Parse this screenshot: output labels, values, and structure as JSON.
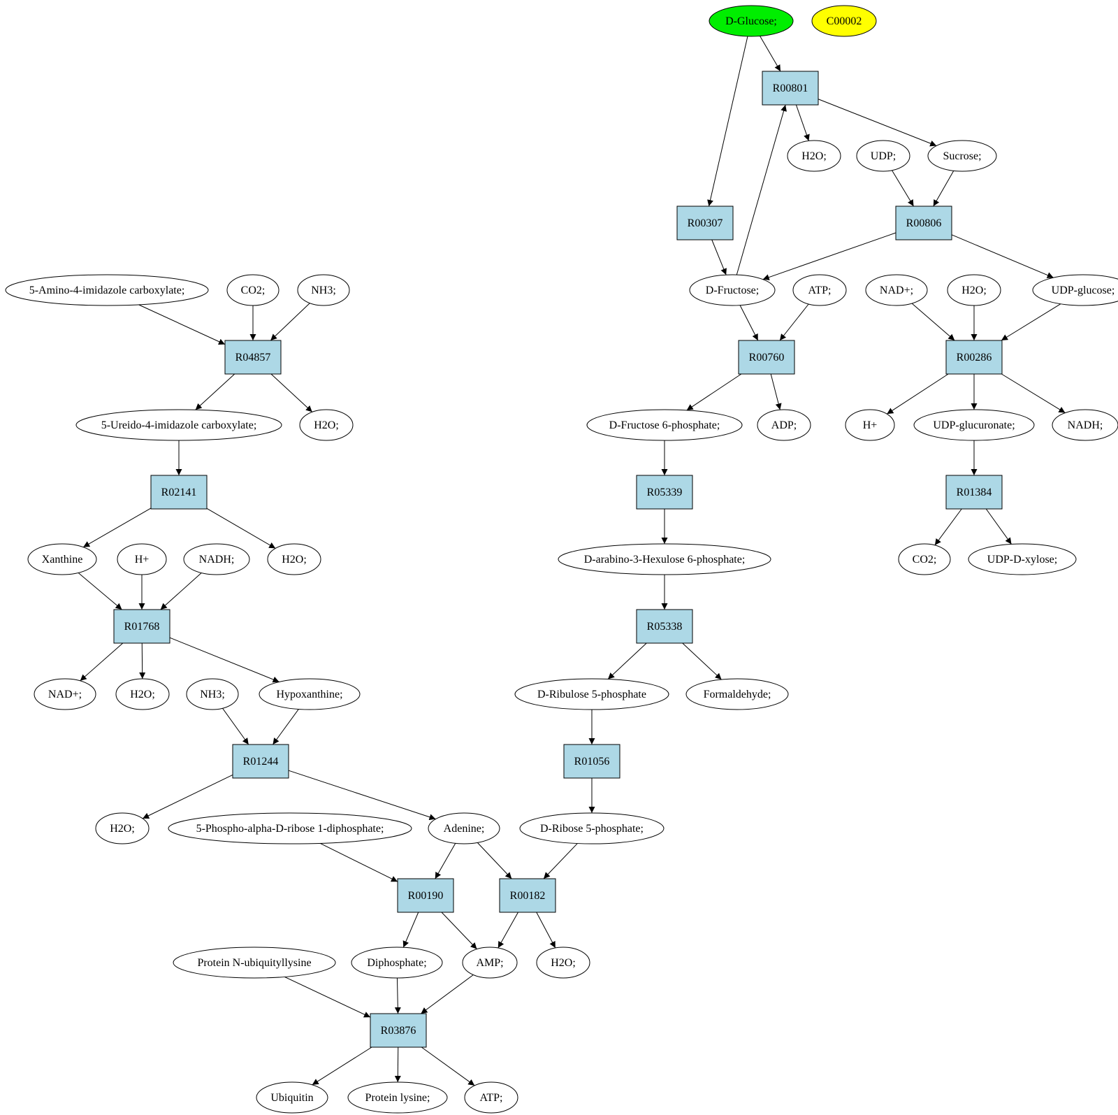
{
  "diagram": {
    "nodes": {
      "c_glucose": {
        "label": "D-Glucose;",
        "kind": "compound",
        "fill": "#00ee00"
      },
      "c_c00002": {
        "label": "C00002",
        "kind": "compound",
        "fill": "#ffff00"
      },
      "r_R00801": {
        "label": "R00801",
        "kind": "reaction"
      },
      "c_h2o_1": {
        "label": "H2O;",
        "kind": "compound"
      },
      "c_udp": {
        "label": "UDP;",
        "kind": "compound"
      },
      "c_sucrose": {
        "label": "Sucrose;",
        "kind": "compound"
      },
      "r_R00307": {
        "label": "R00307",
        "kind": "reaction"
      },
      "r_R00806": {
        "label": "R00806",
        "kind": "reaction"
      },
      "c_fructose": {
        "label": "D-Fructose;",
        "kind": "compound"
      },
      "c_atp_1": {
        "label": "ATP;",
        "kind": "compound"
      },
      "c_nadp_1": {
        "label": "NAD+;",
        "kind": "compound"
      },
      "c_h2o_2": {
        "label": "H2O;",
        "kind": "compound"
      },
      "c_udpglucose": {
        "label": "UDP-glucose;",
        "kind": "compound"
      },
      "r_R00760": {
        "label": "R00760",
        "kind": "reaction"
      },
      "r_R00286": {
        "label": "R00286",
        "kind": "reaction"
      },
      "c_f6p": {
        "label": "D-Fructose 6-phosphate;",
        "kind": "compound"
      },
      "c_adp": {
        "label": "ADP;",
        "kind": "compound"
      },
      "c_hplus_1": {
        "label": "H+",
        "kind": "compound"
      },
      "c_udpglucuronate": {
        "label": "UDP-glucuronate;",
        "kind": "compound"
      },
      "c_nadh_1": {
        "label": "NADH;",
        "kind": "compound"
      },
      "r_R05339": {
        "label": "R05339",
        "kind": "reaction"
      },
      "r_R01384": {
        "label": "R01384",
        "kind": "reaction"
      },
      "c_hexulose": {
        "label": "D-arabino-3-Hexulose 6-phosphate;",
        "kind": "compound"
      },
      "c_co2_1": {
        "label": "CO2;",
        "kind": "compound"
      },
      "c_udpxylose": {
        "label": "UDP-D-xylose;",
        "kind": "compound"
      },
      "r_R05338": {
        "label": "R05338",
        "kind": "reaction"
      },
      "c_ribulose5p": {
        "label": "D-Ribulose 5-phosphate",
        "kind": "compound"
      },
      "c_formaldehyde": {
        "label": "Formaldehyde;",
        "kind": "compound"
      },
      "r_R01056": {
        "label": "R01056",
        "kind": "reaction"
      },
      "c_ribose5p": {
        "label": "D-Ribose 5-phosphate;",
        "kind": "compound"
      },
      "c_aica": {
        "label": "5-Amino-4-imidazole carboxylate;",
        "kind": "compound"
      },
      "c_co2_2": {
        "label": "CO2;",
        "kind": "compound"
      },
      "c_nh3_1": {
        "label": "NH3;",
        "kind": "compound"
      },
      "r_R04857": {
        "label": "R04857",
        "kind": "reaction"
      },
      "c_ureido": {
        "label": "5-Ureido-4-imidazole carboxylate;",
        "kind": "compound"
      },
      "c_h2o_3": {
        "label": "H2O;",
        "kind": "compound"
      },
      "r_R02141": {
        "label": "R02141",
        "kind": "reaction"
      },
      "c_xanthine": {
        "label": "Xanthine",
        "kind": "compound"
      },
      "c_hplus_2": {
        "label": "H+",
        "kind": "compound"
      },
      "c_nadh_2": {
        "label": "NADH;",
        "kind": "compound"
      },
      "c_h2o_4": {
        "label": "H2O;",
        "kind": "compound"
      },
      "r_R01768": {
        "label": "R01768",
        "kind": "reaction"
      },
      "c_nadp_2": {
        "label": "NAD+;",
        "kind": "compound"
      },
      "c_h2o_5": {
        "label": "H2O;",
        "kind": "compound"
      },
      "c_nh3_2": {
        "label": "NH3;",
        "kind": "compound"
      },
      "c_hypoxanthine": {
        "label": "Hypoxanthine;",
        "kind": "compound"
      },
      "r_R01244": {
        "label": "R01244",
        "kind": "reaction"
      },
      "c_h2o_6": {
        "label": "H2O;",
        "kind": "compound"
      },
      "c_prpp": {
        "label": "5-Phospho-alpha-D-ribose 1-diphosphate;",
        "kind": "compound"
      },
      "c_adenine": {
        "label": "Adenine;",
        "kind": "compound"
      },
      "r_R00190": {
        "label": "R00190",
        "kind": "reaction"
      },
      "r_R00182": {
        "label": "R00182",
        "kind": "reaction"
      },
      "c_protein_ub": {
        "label": "Protein N-ubiquityllysine",
        "kind": "compound"
      },
      "c_diphosphate": {
        "label": "Diphosphate;",
        "kind": "compound"
      },
      "c_amp": {
        "label": "AMP;",
        "kind": "compound"
      },
      "c_h2o_7": {
        "label": "H2O;",
        "kind": "compound"
      },
      "r_R03876": {
        "label": "R03876",
        "kind": "reaction"
      },
      "c_ubiquitin": {
        "label": "Ubiquitin",
        "kind": "compound"
      },
      "c_protein_lys": {
        "label": "Protein lysine;",
        "kind": "compound"
      },
      "c_atp_2": {
        "label": "ATP;",
        "kind": "compound"
      }
    },
    "edges": [
      [
        "c_glucose",
        "r_R00801"
      ],
      [
        "c_glucose",
        "r_R00307"
      ],
      [
        "c_fructose",
        "r_R00801"
      ],
      [
        "r_R00801",
        "c_h2o_1"
      ],
      [
        "r_R00801",
        "c_sucrose"
      ],
      [
        "c_udp",
        "r_R00806"
      ],
      [
        "c_sucrose",
        "r_R00806"
      ],
      [
        "r_R00307",
        "c_fructose"
      ],
      [
        "r_R00806",
        "c_fructose"
      ],
      [
        "r_R00806",
        "c_udpglucose"
      ],
      [
        "c_fructose",
        "r_R00760"
      ],
      [
        "c_atp_1",
        "r_R00760"
      ],
      [
        "r_R00760",
        "c_f6p"
      ],
      [
        "r_R00760",
        "c_adp"
      ],
      [
        "c_nadp_1",
        "r_R00286"
      ],
      [
        "c_h2o_2",
        "r_R00286"
      ],
      [
        "c_udpglucose",
        "r_R00286"
      ],
      [
        "r_R00286",
        "c_hplus_1"
      ],
      [
        "r_R00286",
        "c_udpglucuronate"
      ],
      [
        "r_R00286",
        "c_nadh_1"
      ],
      [
        "c_udpglucuronate",
        "r_R01384"
      ],
      [
        "r_R01384",
        "c_co2_1"
      ],
      [
        "r_R01384",
        "c_udpxylose"
      ],
      [
        "c_f6p",
        "r_R05339"
      ],
      [
        "r_R05339",
        "c_hexulose"
      ],
      [
        "c_hexulose",
        "r_R05338"
      ],
      [
        "r_R05338",
        "c_ribulose5p"
      ],
      [
        "r_R05338",
        "c_formaldehyde"
      ],
      [
        "c_ribulose5p",
        "r_R01056"
      ],
      [
        "r_R01056",
        "c_ribose5p"
      ],
      [
        "c_aica",
        "r_R04857"
      ],
      [
        "c_co2_2",
        "r_R04857"
      ],
      [
        "c_nh3_1",
        "r_R04857"
      ],
      [
        "r_R04857",
        "c_ureido"
      ],
      [
        "r_R04857",
        "c_h2o_3"
      ],
      [
        "c_ureido",
        "r_R02141"
      ],
      [
        "r_R02141",
        "c_xanthine"
      ],
      [
        "r_R02141",
        "c_h2o_4"
      ],
      [
        "c_xanthine",
        "r_R01768"
      ],
      [
        "c_hplus_2",
        "r_R01768"
      ],
      [
        "c_nadh_2",
        "r_R01768"
      ],
      [
        "r_R01768",
        "c_nadp_2"
      ],
      [
        "r_R01768",
        "c_h2o_5"
      ],
      [
        "r_R01768",
        "c_hypoxanthine"
      ],
      [
        "c_nh3_2",
        "r_R01244"
      ],
      [
        "c_hypoxanthine",
        "r_R01244"
      ],
      [
        "r_R01244",
        "c_h2o_6"
      ],
      [
        "r_R01244",
        "c_adenine"
      ],
      [
        "c_prpp",
        "r_R00190"
      ],
      [
        "c_adenine",
        "r_R00190"
      ],
      [
        "c_adenine",
        "r_R00182"
      ],
      [
        "c_ribose5p",
        "r_R00182"
      ],
      [
        "r_R00190",
        "c_diphosphate"
      ],
      [
        "r_R00190",
        "c_amp"
      ],
      [
        "r_R00182",
        "c_amp"
      ],
      [
        "r_R00182",
        "c_h2o_7"
      ],
      [
        "c_protein_ub",
        "r_R03876"
      ],
      [
        "c_diphosphate",
        "r_R03876"
      ],
      [
        "c_amp",
        "r_R03876"
      ],
      [
        "r_R03876",
        "c_ubiquitin"
      ],
      [
        "r_R03876",
        "c_protein_lys"
      ],
      [
        "r_R03876",
        "c_atp_2"
      ]
    ]
  }
}
